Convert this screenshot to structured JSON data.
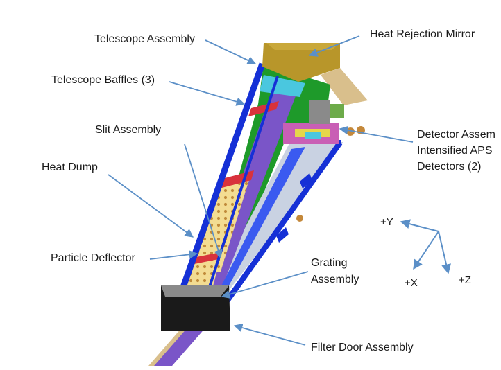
{
  "labels": {
    "telescope_assembly": "Telescope Assembly",
    "heat_rejection_mirror": "Heat Rejection Mirror",
    "telescope_baffles": "Telescope Baffles (3)",
    "slit_assembly": "Slit Assembly",
    "detector_line1": "Detector Assem",
    "detector_line2": "Intensified APS",
    "detector_line3": "Detectors (2)",
    "heat_dump": "Heat Dump",
    "particle_deflector": "Particle Deflector",
    "grating_line1": "Grating",
    "grating_line2": "Assembly",
    "filter_door_assembly": "Filter Door Assembly"
  },
  "axes": {
    "y": "+Y",
    "x": "+X",
    "z": "+Z"
  },
  "colors": {
    "leader_line": "#5b8fc7",
    "frame_blue": "#1530d6",
    "mirror_gold": "#b8962a",
    "green_panel": "#1e9a2a",
    "purple_beam": "#7a55c8",
    "baffle_red": "#d8323c",
    "heat_dump_yellow": "#f2d98a",
    "door_black": "#1a1a1a",
    "tan_cone": "#d9bf8c"
  }
}
